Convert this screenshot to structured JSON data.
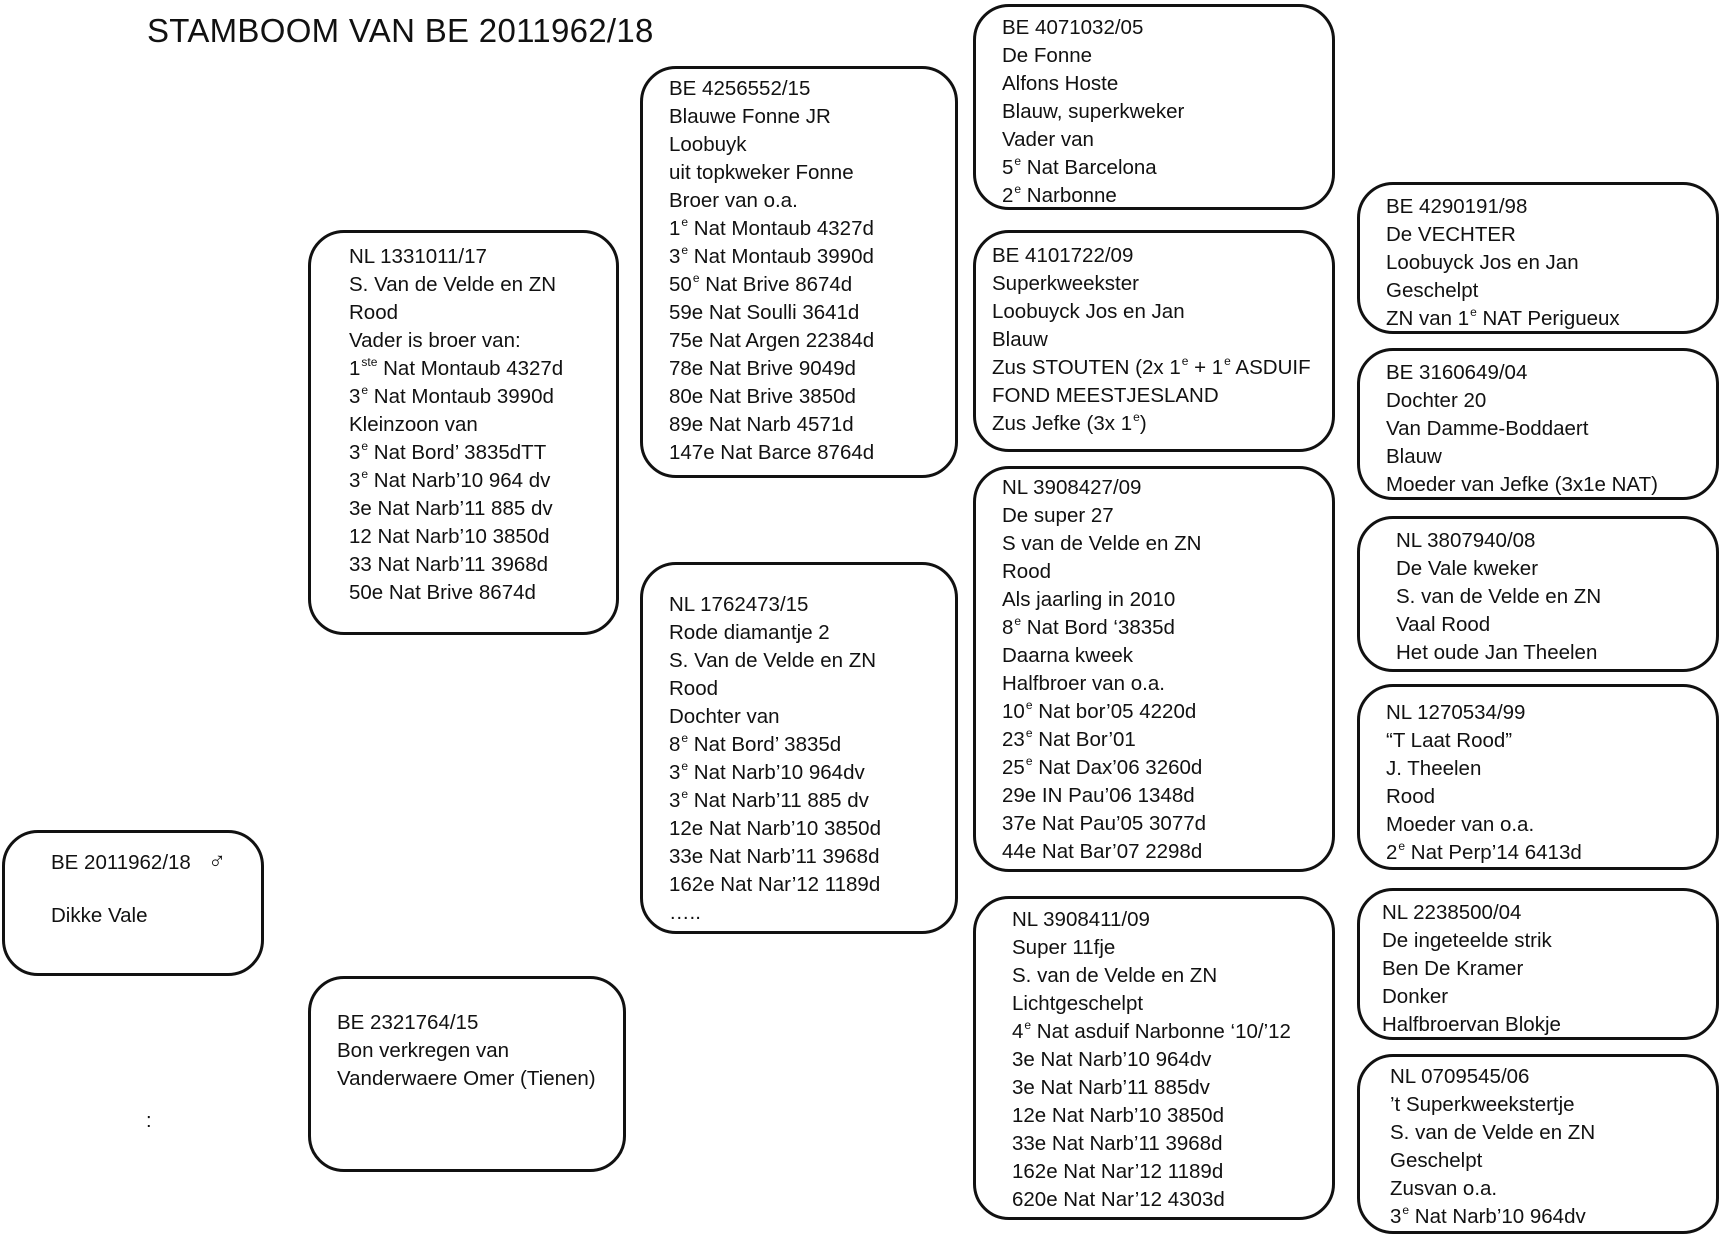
{
  "title": "STAMBOOM VAN BE 2011962/18",
  "colon": ":",
  "subject": {
    "ring": "BE 2011962/18",
    "sex_symbol": "♂",
    "name": "Dikke Vale"
  },
  "boxes": [
    {
      "id": "box-sire",
      "lines": [
        {
          "t": "NL 1331011/17"
        },
        {
          "t": "S. Van de Velde en ZN"
        },
        {
          "t": "Rood"
        },
        {
          "t": "Vader is broer van:"
        },
        {
          "t": "1",
          "sup": "ste",
          "r": " Nat Montaub 4327d"
        },
        {
          "t": "3",
          "sup": "e",
          "r": " Nat Montaub 3990d"
        },
        {
          "t": "Kleinzoon van"
        },
        {
          "t": "3",
          "sup": "e",
          "r": " Nat Bord’ 3835dTT"
        },
        {
          "t": "3",
          "sup": "e",
          "r": " Nat Narb’10 964 dv"
        },
        {
          "t": "3e Nat Narb’11 885 dv"
        },
        {
          "t": "12 Nat Narb’10 3850d"
        },
        {
          "t": "33 Nat Narb’11 3968d"
        },
        {
          "t": "50e Nat Brive 8674d"
        }
      ]
    },
    {
      "id": "box-dam",
      "lines": [
        {
          "t": "BE 2321764/15"
        },
        {
          "t": "Bon verkregen van"
        },
        {
          "t": "Vanderwaere Omer (Tienen)"
        }
      ]
    },
    {
      "id": "box-ss",
      "lines": [
        {
          "t": "BE 4256552/15"
        },
        {
          "t": "Blauwe Fonne JR"
        },
        {
          "t": "Loobuyk"
        },
        {
          "t": "uit topkweker Fonne"
        },
        {
          "t": "Broer van o.a."
        },
        {
          "t": "1",
          "sup": "e",
          "r": " Nat Montaub 4327d"
        },
        {
          "t": "3",
          "sup": "e",
          "r": " Nat Montaub 3990d"
        },
        {
          "t": "50",
          "sup": "e",
          "r": " Nat Brive 8674d"
        },
        {
          "t": "59e Nat Soulli 3641d"
        },
        {
          "t": "75e Nat Argen 22384d"
        },
        {
          "t": "78e Nat Brive 9049d"
        },
        {
          "t": "80e Nat Brive 3850d"
        },
        {
          "t": "89e Nat Narb 4571d"
        },
        {
          "t": "147e Nat Barce 8764d"
        }
      ]
    },
    {
      "id": "box-sd",
      "lines": [
        {
          "t": "NL 1762473/15"
        },
        {
          "t": "Rode diamantje 2"
        },
        {
          "t": "S. Van de Velde en ZN"
        },
        {
          "t": "Rood"
        },
        {
          "t": "Dochter van"
        },
        {
          "t": "8",
          "sup": "e",
          "r": " Nat Bord’ 3835d"
        },
        {
          "t": "3",
          "sup": "e",
          "r": " Nat Narb’10 964dv"
        },
        {
          "t": "3",
          "sup": "e",
          "r": " Nat Narb’11 885 dv"
        },
        {
          "t": "12e Nat Narb’10 3850d"
        },
        {
          "t": "33e Nat Narb’11 3968d"
        },
        {
          "t": "162e Nat Nar’12 1189d"
        },
        {
          "t": "….."
        }
      ]
    },
    {
      "id": "box-sss",
      "lines": [
        {
          "t": "BE 4071032/05"
        },
        {
          "t": "De Fonne"
        },
        {
          "t": "Alfons Hoste"
        },
        {
          "t": "Blauw, superkweker"
        },
        {
          "t": "Vader van"
        },
        {
          "t": "5",
          "sup": "e",
          "r": " Nat Barcelona"
        },
        {
          "t": "2",
          "sup": "e",
          "r": " Narbonne"
        }
      ]
    },
    {
      "id": "box-ssd",
      "lines": [
        {
          "t": "BE 4101722/09"
        },
        {
          "t": "Superkweekster"
        },
        {
          "t": "Loobuyck Jos  en Jan"
        },
        {
          "t": "Blauw"
        },
        {
          "t": "Zus STOUTEN (2x 1",
          "sup": "e",
          "r": " + 1",
          "sup2": "e",
          "r2": " ASDUIF"
        },
        {
          "t": "FOND MEESTJESLAND"
        },
        {
          "t": "Zus Jefke (3x 1",
          "sup": "e",
          "r": ")"
        }
      ]
    },
    {
      "id": "box-sds",
      "lines": [
        {
          "t": "NL 3908427/09"
        },
        {
          "t": "De super 27"
        },
        {
          "t": "S van de Velde en ZN"
        },
        {
          "t": "Rood"
        },
        {
          "t": "Als jaarling in 2010"
        },
        {
          "t": "8",
          "sup": "e",
          "r": " Nat Bord ‘3835d"
        },
        {
          "t": "Daarna kweek"
        },
        {
          "t": "Halfbroer van o.a."
        },
        {
          "t": "10",
          "sup": "e",
          "r": " Nat bor’05 4220d"
        },
        {
          "t": "23",
          "sup": "e",
          "r": " Nat Bor’01"
        },
        {
          "t": "25",
          "sup": "e",
          "r": " Nat Dax’06 3260d"
        },
        {
          "t": "29e IN Pau’06 1348d"
        },
        {
          "t": "37e Nat Pau’05 3077d"
        },
        {
          "t": "44e Nat Bar’07 2298d"
        }
      ]
    },
    {
      "id": "box-sdd",
      "lines": [
        {
          "t": "NL 3908411/09"
        },
        {
          "t": "Super 11fje"
        },
        {
          "t": "S. van de Velde en ZN"
        },
        {
          "t": "Lichtgeschelpt"
        },
        {
          "t": "4",
          "sup": "e",
          "r": " Nat asduif Narbonne ‘10/’12"
        },
        {
          "t": "3e Nat Narb’10 964dv"
        },
        {
          "t": "3e Nat Narb’11 885dv"
        },
        {
          "t": "12e Nat Narb’10 3850d"
        },
        {
          "t": "33e Nat Narb’11 3968d"
        },
        {
          "t": "162e Nat Nar’12 1189d"
        },
        {
          "t": "620e Nat Nar’12 4303d"
        }
      ]
    },
    {
      "id": "box-c1",
      "lines": [
        {
          "t": "BE 4290191/98"
        },
        {
          "t": "De VECHTER"
        },
        {
          "t": "Loobuyck Jos  en Jan"
        },
        {
          "t": "Geschelpt"
        },
        {
          "t": "ZN van 1",
          "sup": "e",
          "r": " NAT Perigueux"
        }
      ]
    },
    {
      "id": "box-c2",
      "lines": [
        {
          "t": "BE 3160649/04"
        },
        {
          "t": "Dochter 20"
        },
        {
          "t": "Van Damme-Boddaert"
        },
        {
          "t": "Blauw"
        },
        {
          "t": "Moeder van Jefke (3x1e NAT)"
        }
      ]
    },
    {
      "id": "box-c3",
      "lines": [
        {
          "t": "NL 3807940/08"
        },
        {
          "t": "De Vale kweker"
        },
        {
          "t": "S. van de Velde en ZN"
        },
        {
          "t": "Vaal Rood"
        },
        {
          "t": "Het oude Jan Theelen"
        }
      ]
    },
    {
      "id": "box-c4",
      "lines": [
        {
          "t": "NL 1270534/99"
        },
        {
          "t": "“T Laat Rood”"
        },
        {
          "t": "J. Theelen"
        },
        {
          "t": "Rood"
        },
        {
          "t": "Moeder van o.a."
        },
        {
          "t": "2",
          "sup": "e",
          "r": " Nat Perp’14 6413d"
        }
      ]
    },
    {
      "id": "box-c5",
      "lines": [
        {
          "t": "NL 2238500/04"
        },
        {
          "t": "De ingeteelde strik"
        },
        {
          "t": "Ben De Kramer"
        },
        {
          "t": "Donker"
        },
        {
          "t": "Halfbroervan Blokje"
        }
      ]
    },
    {
      "id": "box-c6",
      "lines": [
        {
          "t": "NL 0709545/06"
        },
        {
          "t": "’t Superkweekstertje"
        },
        {
          "t": "S. van de Velde en ZN"
        },
        {
          "t": "Geschelpt"
        },
        {
          "t": "Zusvan o.a."
        },
        {
          "t": "3",
          "sup": "e",
          "r": " Nat Narb’10 964dv"
        }
      ]
    }
  ]
}
